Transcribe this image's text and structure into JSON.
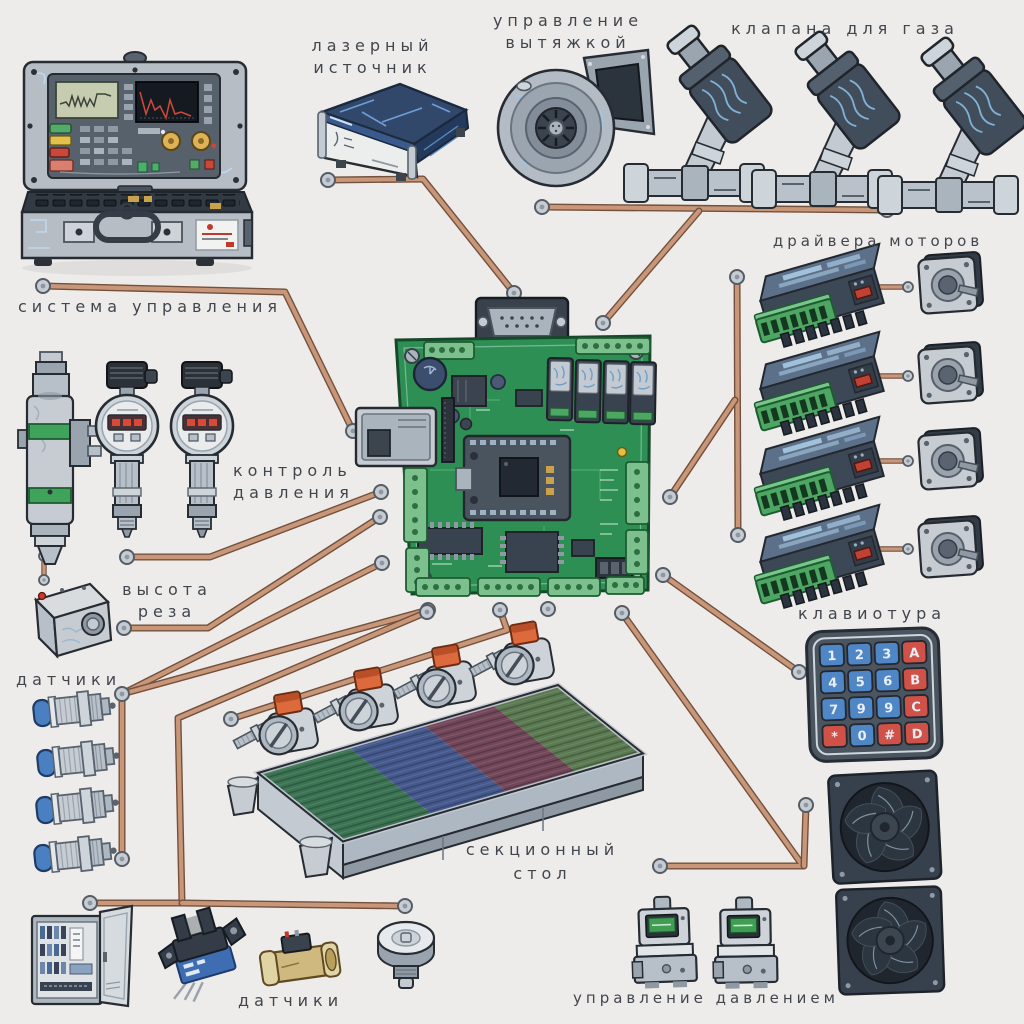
{
  "scene": {
    "background": "#edecea",
    "wire_color": "#c8977a",
    "wire_outline": "#74513c",
    "terminal_ball_color": "#c6ccd3",
    "label_color": "#41464d",
    "pcb_color": "#2e8f55"
  },
  "labels": {
    "control_system": "система управления",
    "laser_source": [
      "лазерный",
      "источник"
    ],
    "exhaust_control": [
      "управление",
      "вытяжкой"
    ],
    "gas_valves": "клапана для газа",
    "motor_drivers": "драйвера моторов",
    "pressure_monitoring": [
      "контроль",
      "давления"
    ],
    "cut_height": [
      "высота",
      "реза"
    ],
    "sensors_left": "датчики",
    "keypad_label": "клавиотура",
    "sectional_table": [
      "секционный",
      "стол"
    ],
    "sensors_bottom": "датчики",
    "pressure_control": "управление давлением"
  },
  "keypad": {
    "rows": [
      [
        "1",
        "2",
        "3",
        "A"
      ],
      [
        "4",
        "5",
        "6",
        "B"
      ],
      [
        "7",
        "9",
        "9",
        "C"
      ],
      [
        "*",
        "0",
        "#",
        "D"
      ]
    ],
    "key_colors": [
      [
        "blue",
        "blue",
        "blue",
        "red"
      ],
      [
        "blue",
        "blue",
        "blue",
        "red"
      ],
      [
        "blue",
        "blue",
        "blue",
        "red"
      ],
      [
        "red",
        "blue",
        "red",
        "red"
      ]
    ],
    "blue_key_color": "#4e86c6",
    "red_key_color": "#cf5148"
  },
  "components": {
    "counts": {
      "gas_valves": 3,
      "motor_drivers": 4,
      "stepper_motors": 4,
      "proximity_sensors": 4,
      "pressure_gauges": 2,
      "axial_fans": 2,
      "pressure_regulators": 2,
      "table_valve_actuators": 4,
      "table_fittings": 4
    },
    "table_section_colors": [
      "#3b7353",
      "#46598f",
      "#73465a",
      "#5c7a52"
    ]
  }
}
